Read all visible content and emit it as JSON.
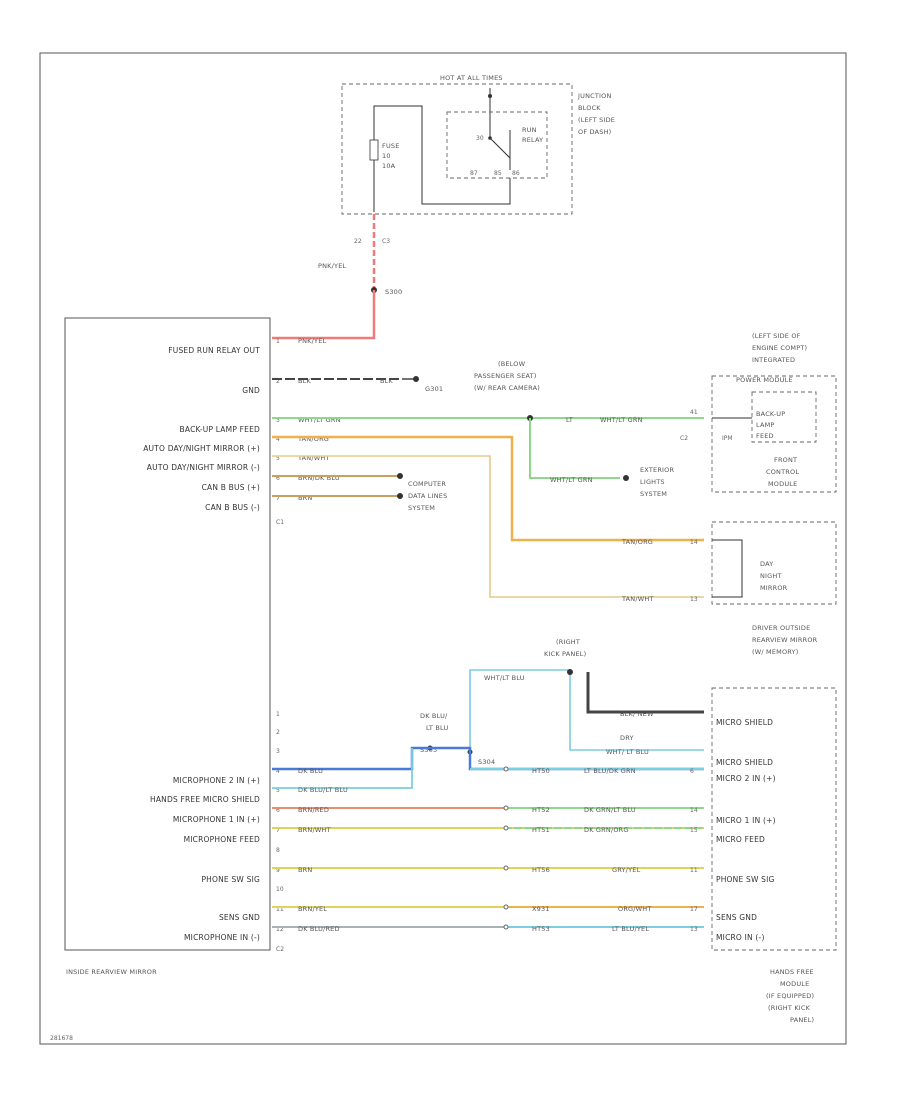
{
  "junction_block": {
    "header": "HOT AT ALL TIMES",
    "label": [
      "JUNCTION",
      "BLOCK",
      "(LEFT SIDE",
      "OF DASH)"
    ],
    "fuse": [
      "FUSE",
      "10",
      "10A"
    ],
    "relay": [
      "RUN",
      "RELAY"
    ],
    "relay_pins": [
      "30",
      "87",
      "85",
      "86"
    ],
    "pin": "22",
    "connector": "C3",
    "wire": "PNK/YEL",
    "splice": "S300"
  },
  "mirror": {
    "name": "INSIDE REARVIEW MIRROR",
    "pins_upper": [
      {
        "label": "FUSED RUN RELAY OUT",
        "pin": "1",
        "wire": "PNK/YEL"
      },
      {
        "label": "GND",
        "pin": "2",
        "wire": "BLK"
      },
      {
        "label": "BACK-UP LAMP FEED",
        "pin": "3",
        "wire": "WHT/LT GRN"
      },
      {
        "label": "AUTO DAY/NIGHT MIRROR (+)",
        "pin": "4",
        "wire": "TAN/ORG"
      },
      {
        "label": "AUTO DAY/NIGHT MIRROR (-)",
        "pin": "5",
        "wire": "TAN/WHT"
      },
      {
        "label": "CAN B BUS (+)",
        "pin": "6",
        "wire": "BRN/DK BLU"
      },
      {
        "label": "CAN B BUS (-)",
        "pin": "7",
        "wire": "BRN"
      }
    ],
    "connector_upper": "C1",
    "pins_spare": [
      "1",
      "2",
      "3"
    ],
    "pins_lower": [
      {
        "label": "MICROPHONE 2 IN (+)",
        "pin": "4",
        "wire": "DK BLU"
      },
      {
        "label": "HANDS FREE MICRO SHIELD",
        "pin": "5",
        "wire": "DK BLU/LT BLU"
      },
      {
        "label": "MICROPHONE 1 IN (+)",
        "pin": "6",
        "wire": "BRN/RED"
      },
      {
        "label": "MICROPHONE FEED",
        "pin": "7",
        "wire": "BRN/WHT"
      },
      {
        "label": "",
        "pin": "8",
        "wire": ""
      },
      {
        "label": "PHONE SW SIG",
        "pin": "9",
        "wire": "BRN"
      },
      {
        "label": "",
        "pin": "10",
        "wire": ""
      },
      {
        "label": "SENS GND",
        "pin": "11",
        "wire": "BRN/YEL"
      },
      {
        "label": "MICROPHONE IN (-)",
        "pin": "12",
        "wire": "DK BLU/RED"
      }
    ],
    "connector_lower": "C2"
  },
  "ground": {
    "wire": "BLK",
    "label": "G301"
  },
  "camera_splice": [
    "(BELOW",
    "PASSENGER SEAT)",
    "(W/ REAR CAMERA)"
  ],
  "camera_wire_a": "LT",
  "camera_wire_b": "WHT/LT GRN",
  "camera_branch_wire": "WHT/LT GRN",
  "exterior_lights": [
    "EXTERIOR",
    "LIGHTS",
    "SYSTEM"
  ],
  "data_links": [
    "COMPUTER",
    "DATA LINES",
    "SYSTEM"
  ],
  "tipm": {
    "location": [
      "(LEFT SIDE OF",
      "ENGINE COMPT)",
      "INTEGRATED"
    ],
    "name": "POWER MODULE",
    "pin": "41",
    "connector": "C2",
    "ipm": "IPM",
    "feed_label": [
      "BACK-UP",
      "LAMP",
      "FEED"
    ],
    "fcm": [
      "FRONT",
      "CONTROL",
      "MODULE"
    ]
  },
  "outside_mirror": {
    "wire_a": "TAN/ORG",
    "pin_a": "14",
    "wire_b": "TAN/WHT",
    "pin_b": "13",
    "label": [
      "DAY",
      "NIGHT",
      "MIRROR"
    ],
    "name": [
      "DRIVER OUTSIDE",
      "REARVIEW MIRROR",
      "(W/ MEMORY)"
    ]
  },
  "headliner": [
    "(RIGHT",
    "KICK PANEL)"
  ],
  "shield_wires": {
    "drain": "WHT/LT BLU",
    "upper": "BLK/ NEW",
    "lower": "WHT/ LT BLU",
    "splice_note": [
      "DK BLU/",
      "LT BLU"
    ],
    "drain_label": [
      "DRY"
    ],
    "s1": "S303",
    "s2": "S304"
  },
  "right_wires": [
    {
      "mid": "HT50",
      "wire": "LT BLU/DK GRN",
      "pin": "6"
    },
    {
      "mid": "HT52",
      "wire": "DK GRN/LT BLU",
      "pin": "14"
    },
    {
      "mid": "HT51",
      "wire": "DK GRN/ORG",
      "pin": "15"
    },
    {
      "mid": "HT56",
      "wire": "GRY/YEL",
      "pin": "11"
    },
    {
      "mid": "X931",
      "wire": "ORG/WHT",
      "pin": "17"
    },
    {
      "mid": "HT53",
      "wire": "LT BLU/YEL",
      "pin": "13"
    }
  ],
  "hfm": {
    "pins": [
      "MICRO SHIELD",
      "MICRO SHIELD",
      "MICRO 2 IN (+)",
      "MICRO 1 IN (+)",
      "MICRO FEED",
      "PHONE SW SIG",
      "SENS GND",
      "MICRO IN (-)"
    ],
    "name": [
      "HANDS FREE",
      "MODULE",
      "(IF EQUIPPED)",
      "(RIGHT KICK",
      "PANEL)"
    ]
  },
  "footer_id": "281678",
  "colors": {
    "pnk": "#f07a7a",
    "grn": "#8ed88e",
    "org": "#f0b04a",
    "tan": "#e4c98a",
    "brn": "#c8a060",
    "blu": "#4a7ad8",
    "ltblu": "#7acfe0",
    "red": "#e89070",
    "yel": "#e0d25a",
    "blk": "#444444",
    "gry": "#a8b0b8"
  }
}
